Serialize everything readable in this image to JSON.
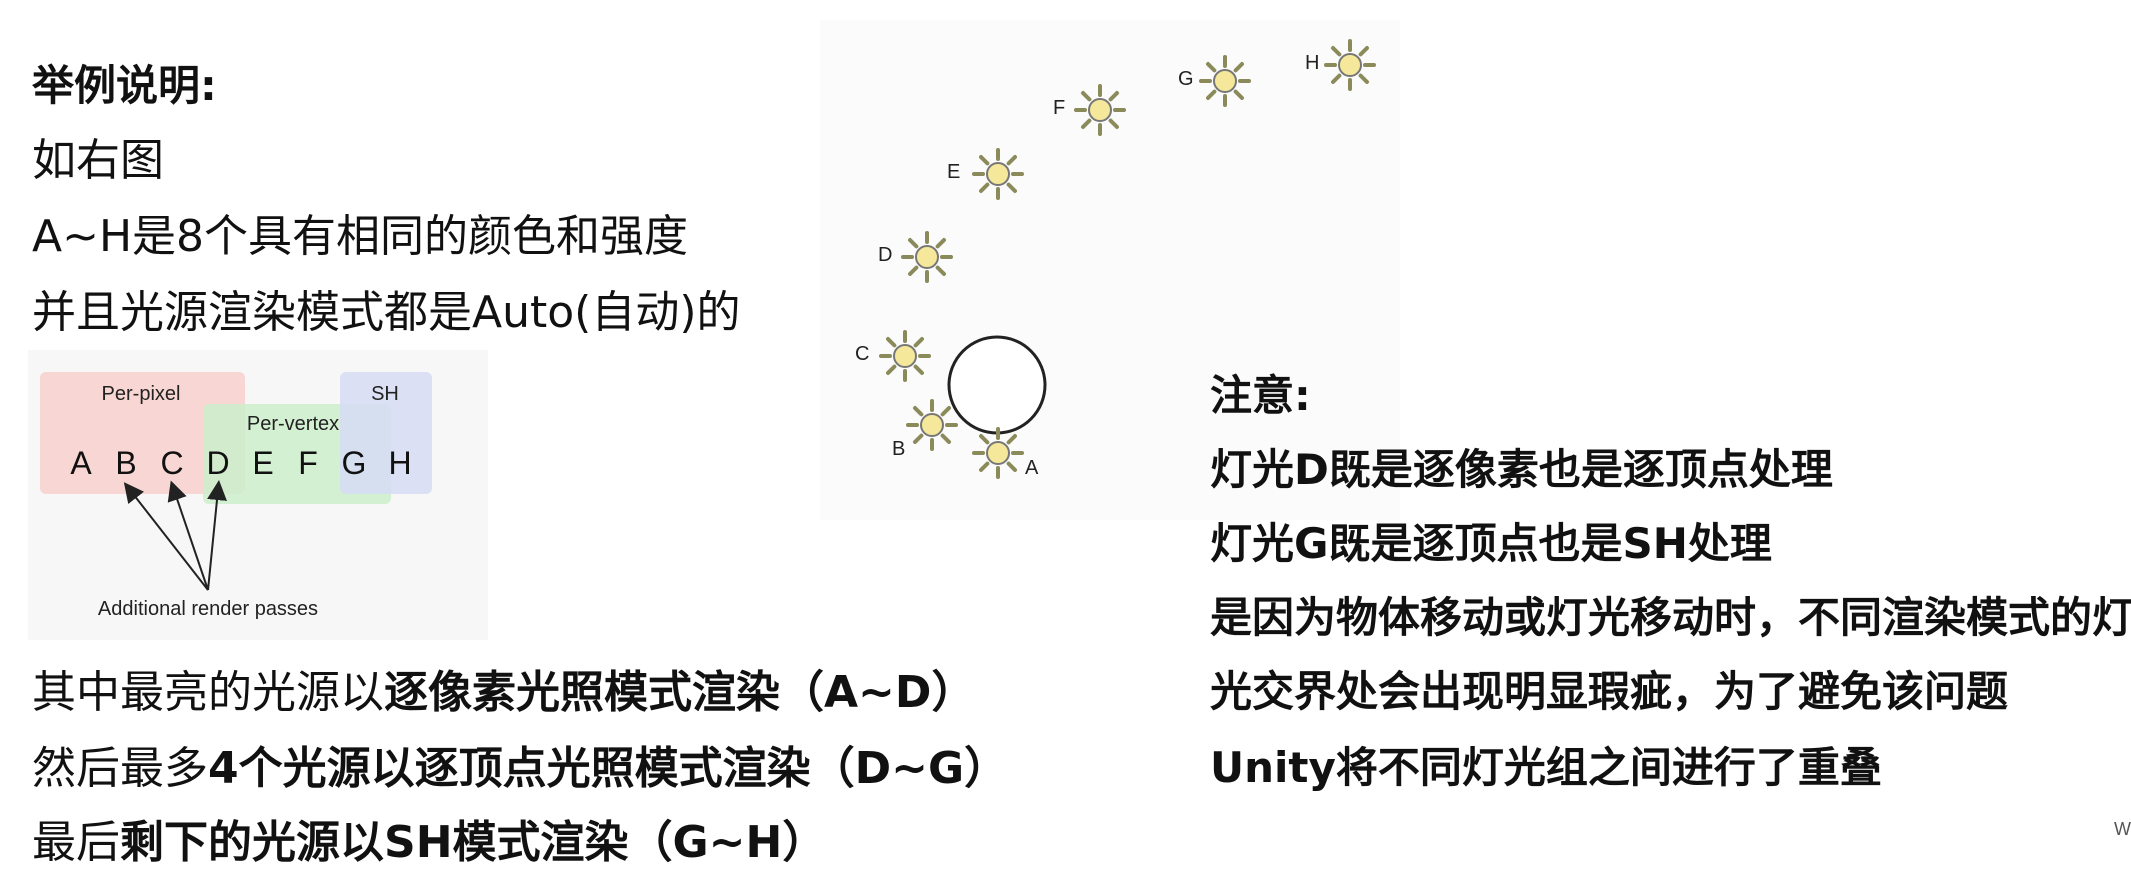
{
  "left": {
    "title": "举例说明:",
    "lines": [
      "如右图",
      "A~H是8个具有相同的颜色和强度",
      "并且光源渲染模式都是Auto(自动)的"
    ],
    "summary": [
      {
        "prefix": "其中最亮的光源以",
        "bold": "逐像素光照模式渲染（A~D）"
      },
      {
        "prefix": "然后最多",
        "bold": "4个光源以逐顶点光照模式渲染（D~G）"
      },
      {
        "prefix": "最后",
        "bold": "剩下的光源以SH模式渲染（G~H）"
      }
    ]
  },
  "diagram": {
    "per_pixel_label": "Per-pixel",
    "per_vertex_label": "Per-vertex",
    "sh_label": "SH",
    "letters": [
      "A",
      "B",
      "C",
      "D",
      "E",
      "F",
      "G",
      "H"
    ],
    "caption": "Additional render passes",
    "colors": {
      "per_pixel": "#f7d6d3",
      "per_vertex": "#cdeecb",
      "sh": "#d6dcf5"
    }
  },
  "scene": {
    "lights": [
      "A",
      "B",
      "C",
      "D",
      "E",
      "F",
      "G",
      "H"
    ]
  },
  "notes": {
    "title": "注意:",
    "lines": [
      "灯光D既是逐像素也是逐顶点处理",
      "灯光G既是逐顶点也是SH处理",
      "是因为物体移动或灯光移动时，不同渲染模式的灯",
      "光交界处会出现明显瑕疵，为了避免该问题",
      "Unity将不同灯光组之间进行了重叠"
    ]
  },
  "corner_mark": "W"
}
